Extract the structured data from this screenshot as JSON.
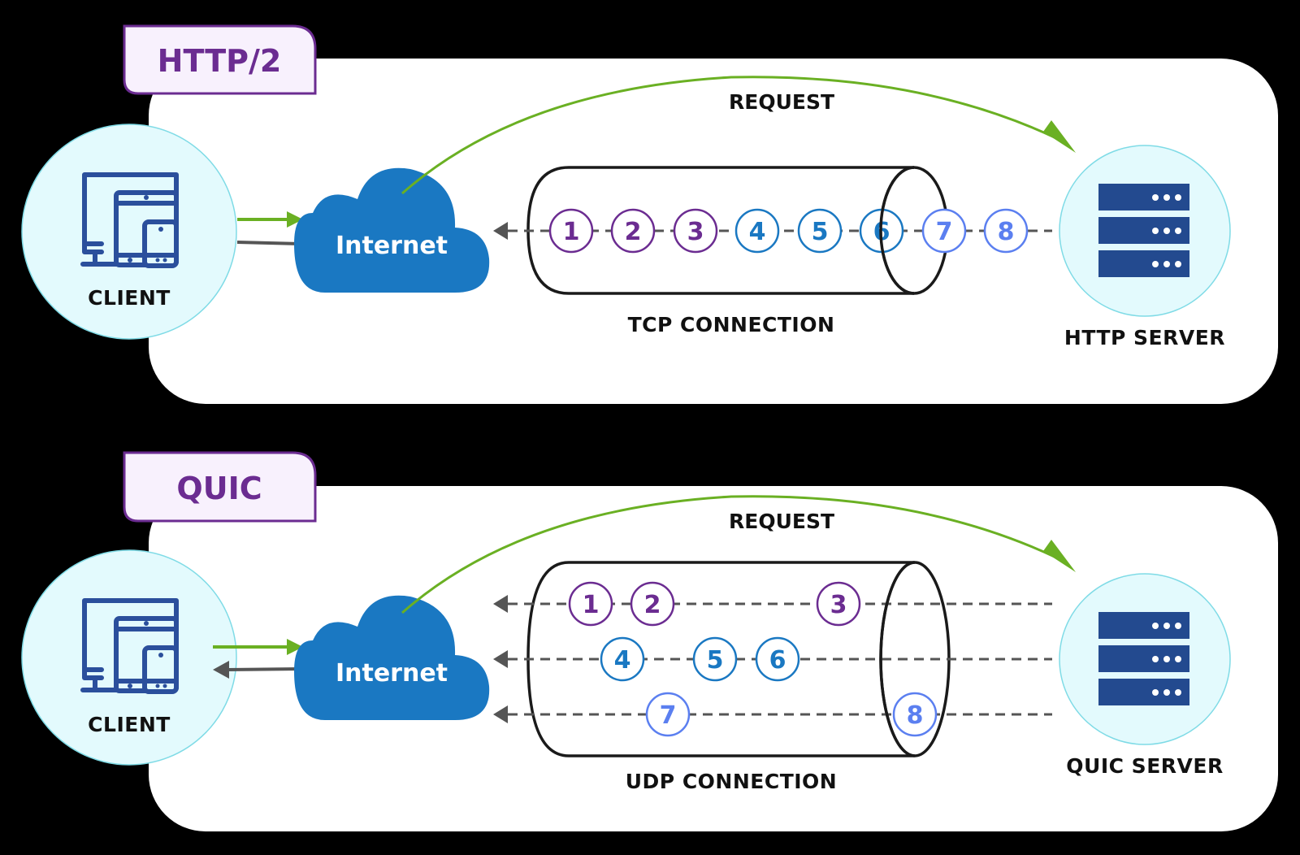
{
  "colors": {
    "stream_a": "#6b2c91",
    "stream_b": "#1a78c2",
    "stream_c": "#5b7ff0",
    "request_arrow": "#6ab023",
    "cloud": "#1a78c2",
    "node_fill": "#e3fafd"
  },
  "panels": [
    {
      "id": "http2",
      "title": "HTTP/2",
      "client_label": "CLIENT",
      "cloud_label": "Internet",
      "request_label": "REQUEST",
      "connection_label": "TCP CONNECTION",
      "server_label": "HTTP SERVER",
      "client_icon": "devices-icon",
      "server_icon": "server-rack-icon",
      "lanes": [
        {
          "packets": [
            {
              "n": "1",
              "stream": "a"
            },
            {
              "n": "2",
              "stream": "a"
            },
            {
              "n": "3",
              "stream": "a"
            },
            {
              "n": "4",
              "stream": "b"
            },
            {
              "n": "5",
              "stream": "b"
            },
            {
              "n": "6",
              "stream": "b"
            },
            {
              "n": "7",
              "stream": "c"
            },
            {
              "n": "8",
              "stream": "c"
            }
          ]
        }
      ]
    },
    {
      "id": "quic",
      "title": "QUIC",
      "client_label": "CLIENT",
      "cloud_label": "Internet",
      "request_label": "REQUEST",
      "connection_label": "UDP CONNECTION",
      "server_label": "QUIC SERVER",
      "client_icon": "devices-icon",
      "server_icon": "server-rack-icon",
      "lanes": [
        {
          "packets": [
            {
              "n": "1",
              "stream": "a"
            },
            {
              "n": "2",
              "stream": "a"
            },
            {
              "n": "3",
              "stream": "a"
            }
          ]
        },
        {
          "packets": [
            {
              "n": "4",
              "stream": "b"
            },
            {
              "n": "5",
              "stream": "b"
            },
            {
              "n": "6",
              "stream": "b"
            }
          ]
        },
        {
          "packets": [
            {
              "n": "7",
              "stream": "c"
            },
            {
              "n": "8",
              "stream": "c"
            }
          ]
        }
      ]
    }
  ]
}
